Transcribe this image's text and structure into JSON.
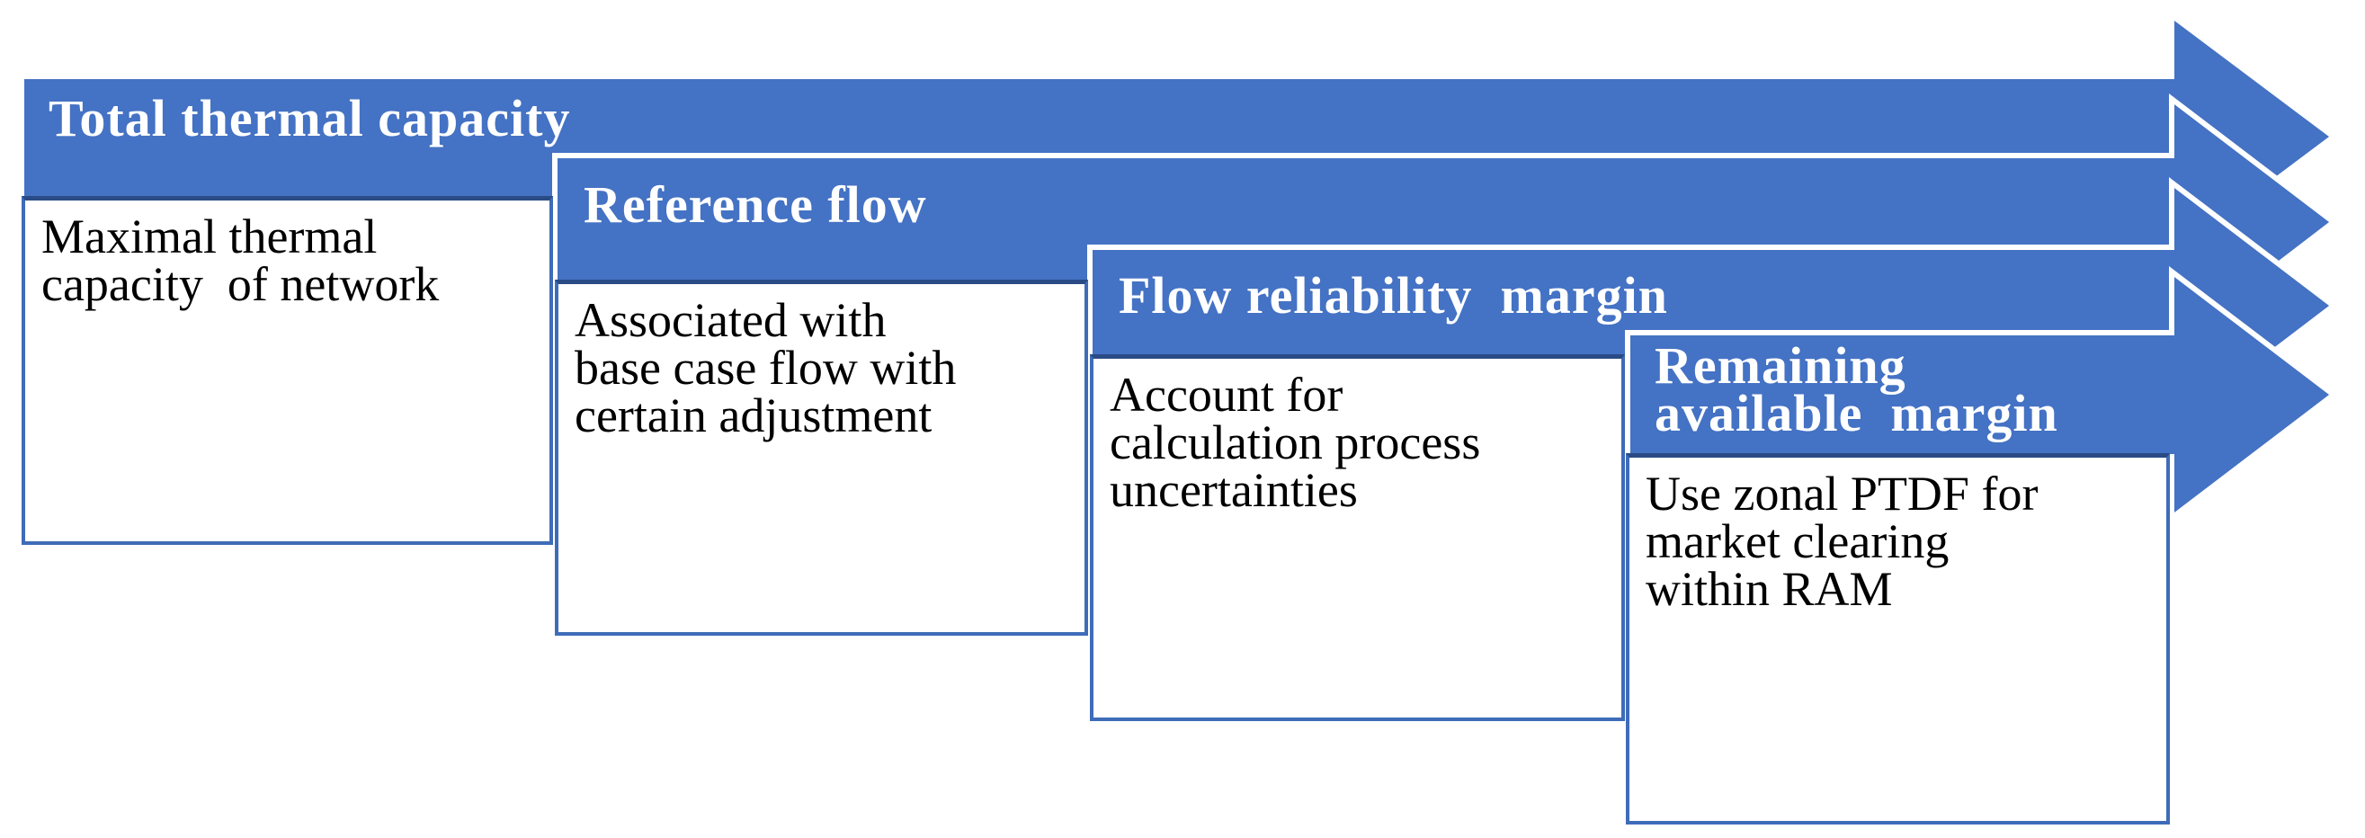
{
  "colors": {
    "arrow_fill": "#4472C4",
    "arrow_outline": "#FFFFFF",
    "box_border": "#3E6CB8",
    "box_border_top": "#2A4B85",
    "header_text": "#FFFFFF",
    "body_text": "#000000",
    "background": "#FFFFFF"
  },
  "diagram": {
    "type": "staircase-arrow-process",
    "steps": [
      {
        "title": "Total thermal capacity",
        "description": "Maximal thermal\ncapacity  of network"
      },
      {
        "title": "Reference flow",
        "description": "Associated with\nbase case flow with\ncertain adjustment"
      },
      {
        "title": "Flow reliability  margin",
        "description": "Account for\ncalculation process\nuncertainties"
      },
      {
        "title": "Remaining\navailable  margin",
        "description": "Use zonal PTDF for\nmarket clearing\nwithin RAM"
      }
    ]
  }
}
